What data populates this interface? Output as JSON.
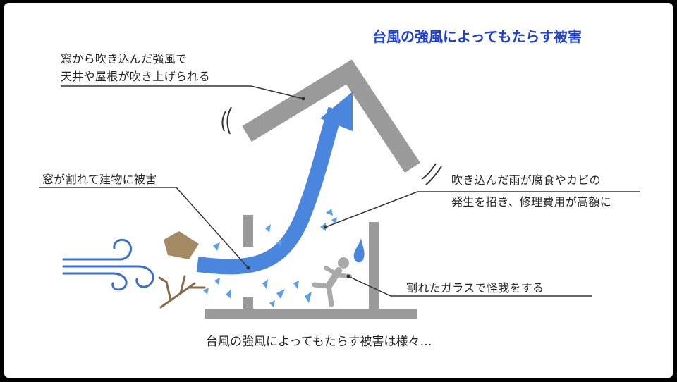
{
  "title": "台風の強風によってもたらす被害",
  "callouts": {
    "roof": [
      "窓から吹き込んだ強風で",
      "天井や屋根が吹き上げられる"
    ],
    "window": [
      "窓が割れて建物に被害"
    ],
    "rain": [
      "吹き込んだ雨が腐食やカビの",
      "発生を招き、修理費用が高額に"
    ],
    "glass": [
      "割れたガラスで怪我をする"
    ]
  },
  "caption": "台風の強風によってもたらす被害は様々…",
  "colors": {
    "title": "#1e3fd8",
    "wind_arrow": "#4a86dd",
    "structure": "#9a9a9a",
    "glass": "#5aa0e6",
    "debris_board": "#a48a62",
    "branch": "#8a6a4a"
  },
  "icons": [
    "wind-gust-icon",
    "falling-person-icon",
    "flying-board-icon",
    "branch-icon",
    "water-drop-icon"
  ]
}
